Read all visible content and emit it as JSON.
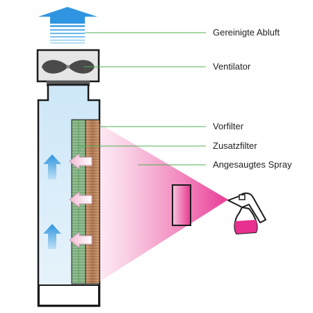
{
  "labels": {
    "exhaust": "Gereinigte Abluft",
    "fan": "Ventilator",
    "prefilter": "Vorfilter",
    "extra_filter": "Zusatzfilter",
    "spray": "Angesaugtes Spray"
  },
  "icons": [
    "up-arrow-icon",
    "fan-icon",
    "airflow-arrow-icon",
    "spray-bottle-icon"
  ],
  "colors": {
    "outline": "#1a1a1a",
    "air": "#cfe8f7",
    "arrow_blue": "#2f95e0",
    "leader_green": "#4caf50",
    "spray_pink": "#e8308f",
    "prefilter": "#b5825a",
    "extra_filter": "#8fbf8f"
  }
}
